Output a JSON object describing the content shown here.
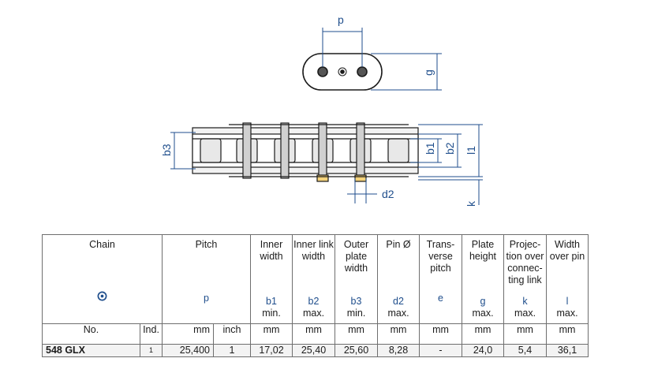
{
  "drawing": {
    "dim_p": "p",
    "dim_g": "g",
    "dim_b3": "b3",
    "dim_b1": "b1",
    "dim_b2": "b2",
    "dim_l1": "l1",
    "dim_d2": "d2",
    "dim_k": "k"
  },
  "table": {
    "columns": [
      {
        "label": "Chain",
        "symbol": "",
        "sub": "",
        "unit": "No."
      },
      {
        "label": "",
        "symbol": "",
        "sub": "",
        "unit": "Ind."
      },
      {
        "label": "Pitch",
        "symbol": "p",
        "sub": "",
        "unit": "mm"
      },
      {
        "label": "",
        "symbol": "",
        "sub": "",
        "unit": "inch"
      },
      {
        "label": "Inner width",
        "symbol": "b1",
        "sub": "min.",
        "unit": "mm"
      },
      {
        "label": "Inner link width",
        "symbol": "b2",
        "sub": "max.",
        "unit": "mm"
      },
      {
        "label": "Outer plate width",
        "symbol": "b3",
        "sub": "min.",
        "unit": "mm"
      },
      {
        "label": "Pin Ø",
        "symbol": "d2",
        "sub": "max.",
        "unit": "mm"
      },
      {
        "label": "Trans-verse pitch",
        "symbol": "e",
        "sub": "",
        "unit": "mm"
      },
      {
        "label": "Plate height",
        "symbol": "g",
        "sub": "max.",
        "unit": "mm"
      },
      {
        "label": "Projec-tion over connec-ting link",
        "symbol": "k",
        "sub": "max.",
        "unit": "mm"
      },
      {
        "label": "Width over pin",
        "symbol": "l",
        "sub": "max.",
        "unit": "mm"
      }
    ],
    "row": [
      "548 GLX",
      "1",
      "25,400",
      "1",
      "17,02",
      "25,40",
      "25,60",
      "8,28",
      "-",
      "24,0",
      "5,4",
      "36,1"
    ],
    "icon": "chain-sprocket-icon"
  }
}
